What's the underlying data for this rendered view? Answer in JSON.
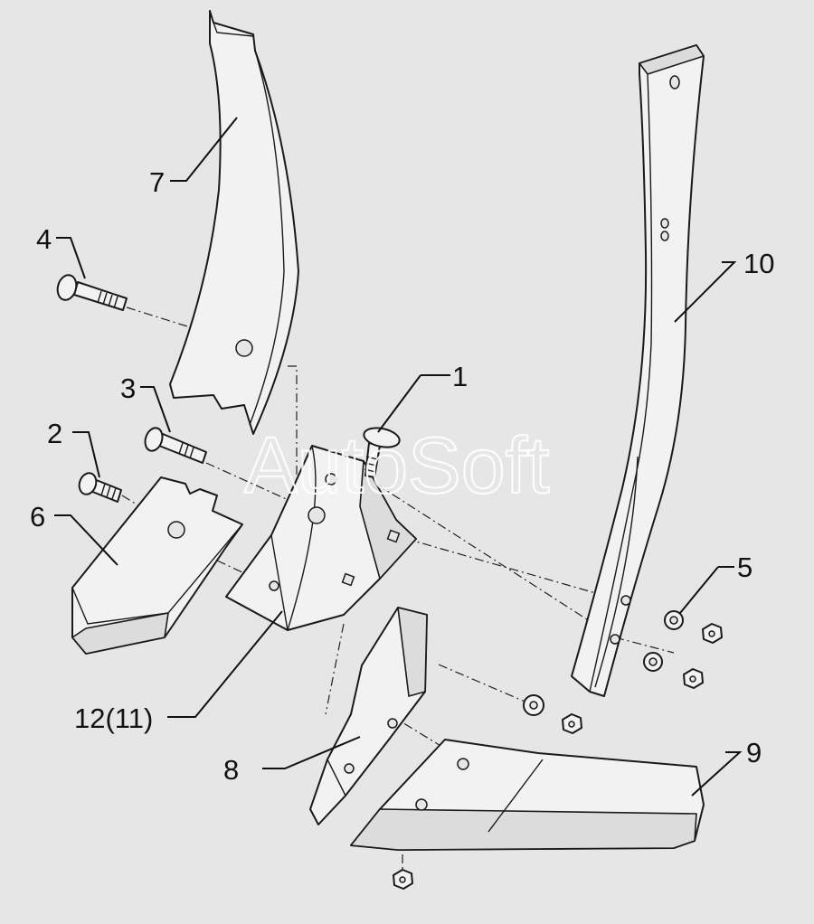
{
  "watermark": "AutoSoft",
  "callouts": [
    "1",
    "2",
    "3",
    "4",
    "5",
    "6",
    "7",
    "8",
    "9",
    "10",
    "12(11)"
  ]
}
